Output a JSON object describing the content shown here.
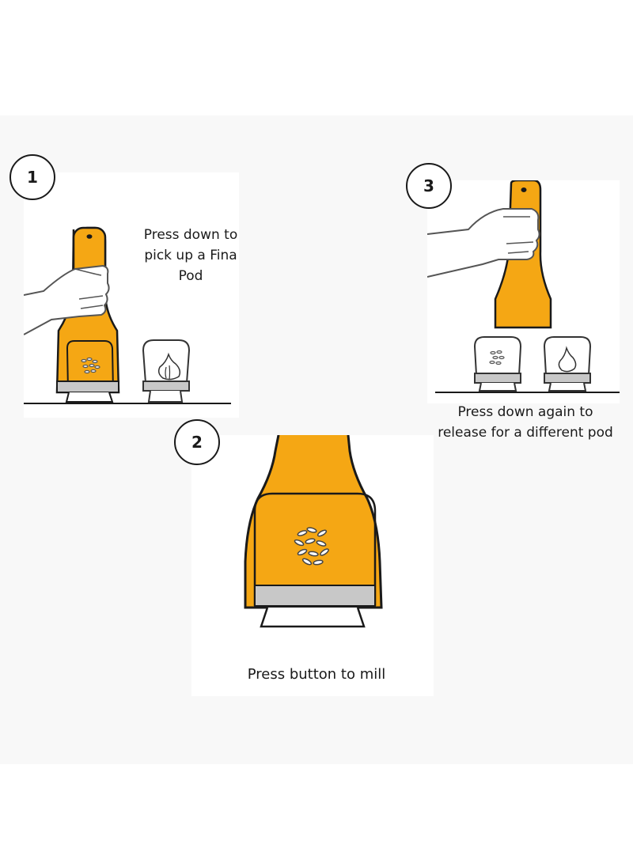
{
  "steps": [
    {
      "number": "1",
      "caption_lines": [
        "Press down to",
        "pick up a Fina",
        "Pod"
      ]
    },
    {
      "number": "2",
      "caption_lines": [
        "Press button to mill"
      ]
    },
    {
      "number": "3",
      "caption_lines": [
        "Press down again to",
        "release for a different pod"
      ]
    }
  ],
  "colors": {
    "mill_body": "#f5a714",
    "outline": "#1a1a1a",
    "grind_band": "#c8c8c8",
    "band_background": "#f8f8f8"
  },
  "icons": [
    "hand-icon",
    "pepper-mill-icon",
    "spice-pod-icon",
    "garlic-pod-icon",
    "seeds-icon"
  ]
}
